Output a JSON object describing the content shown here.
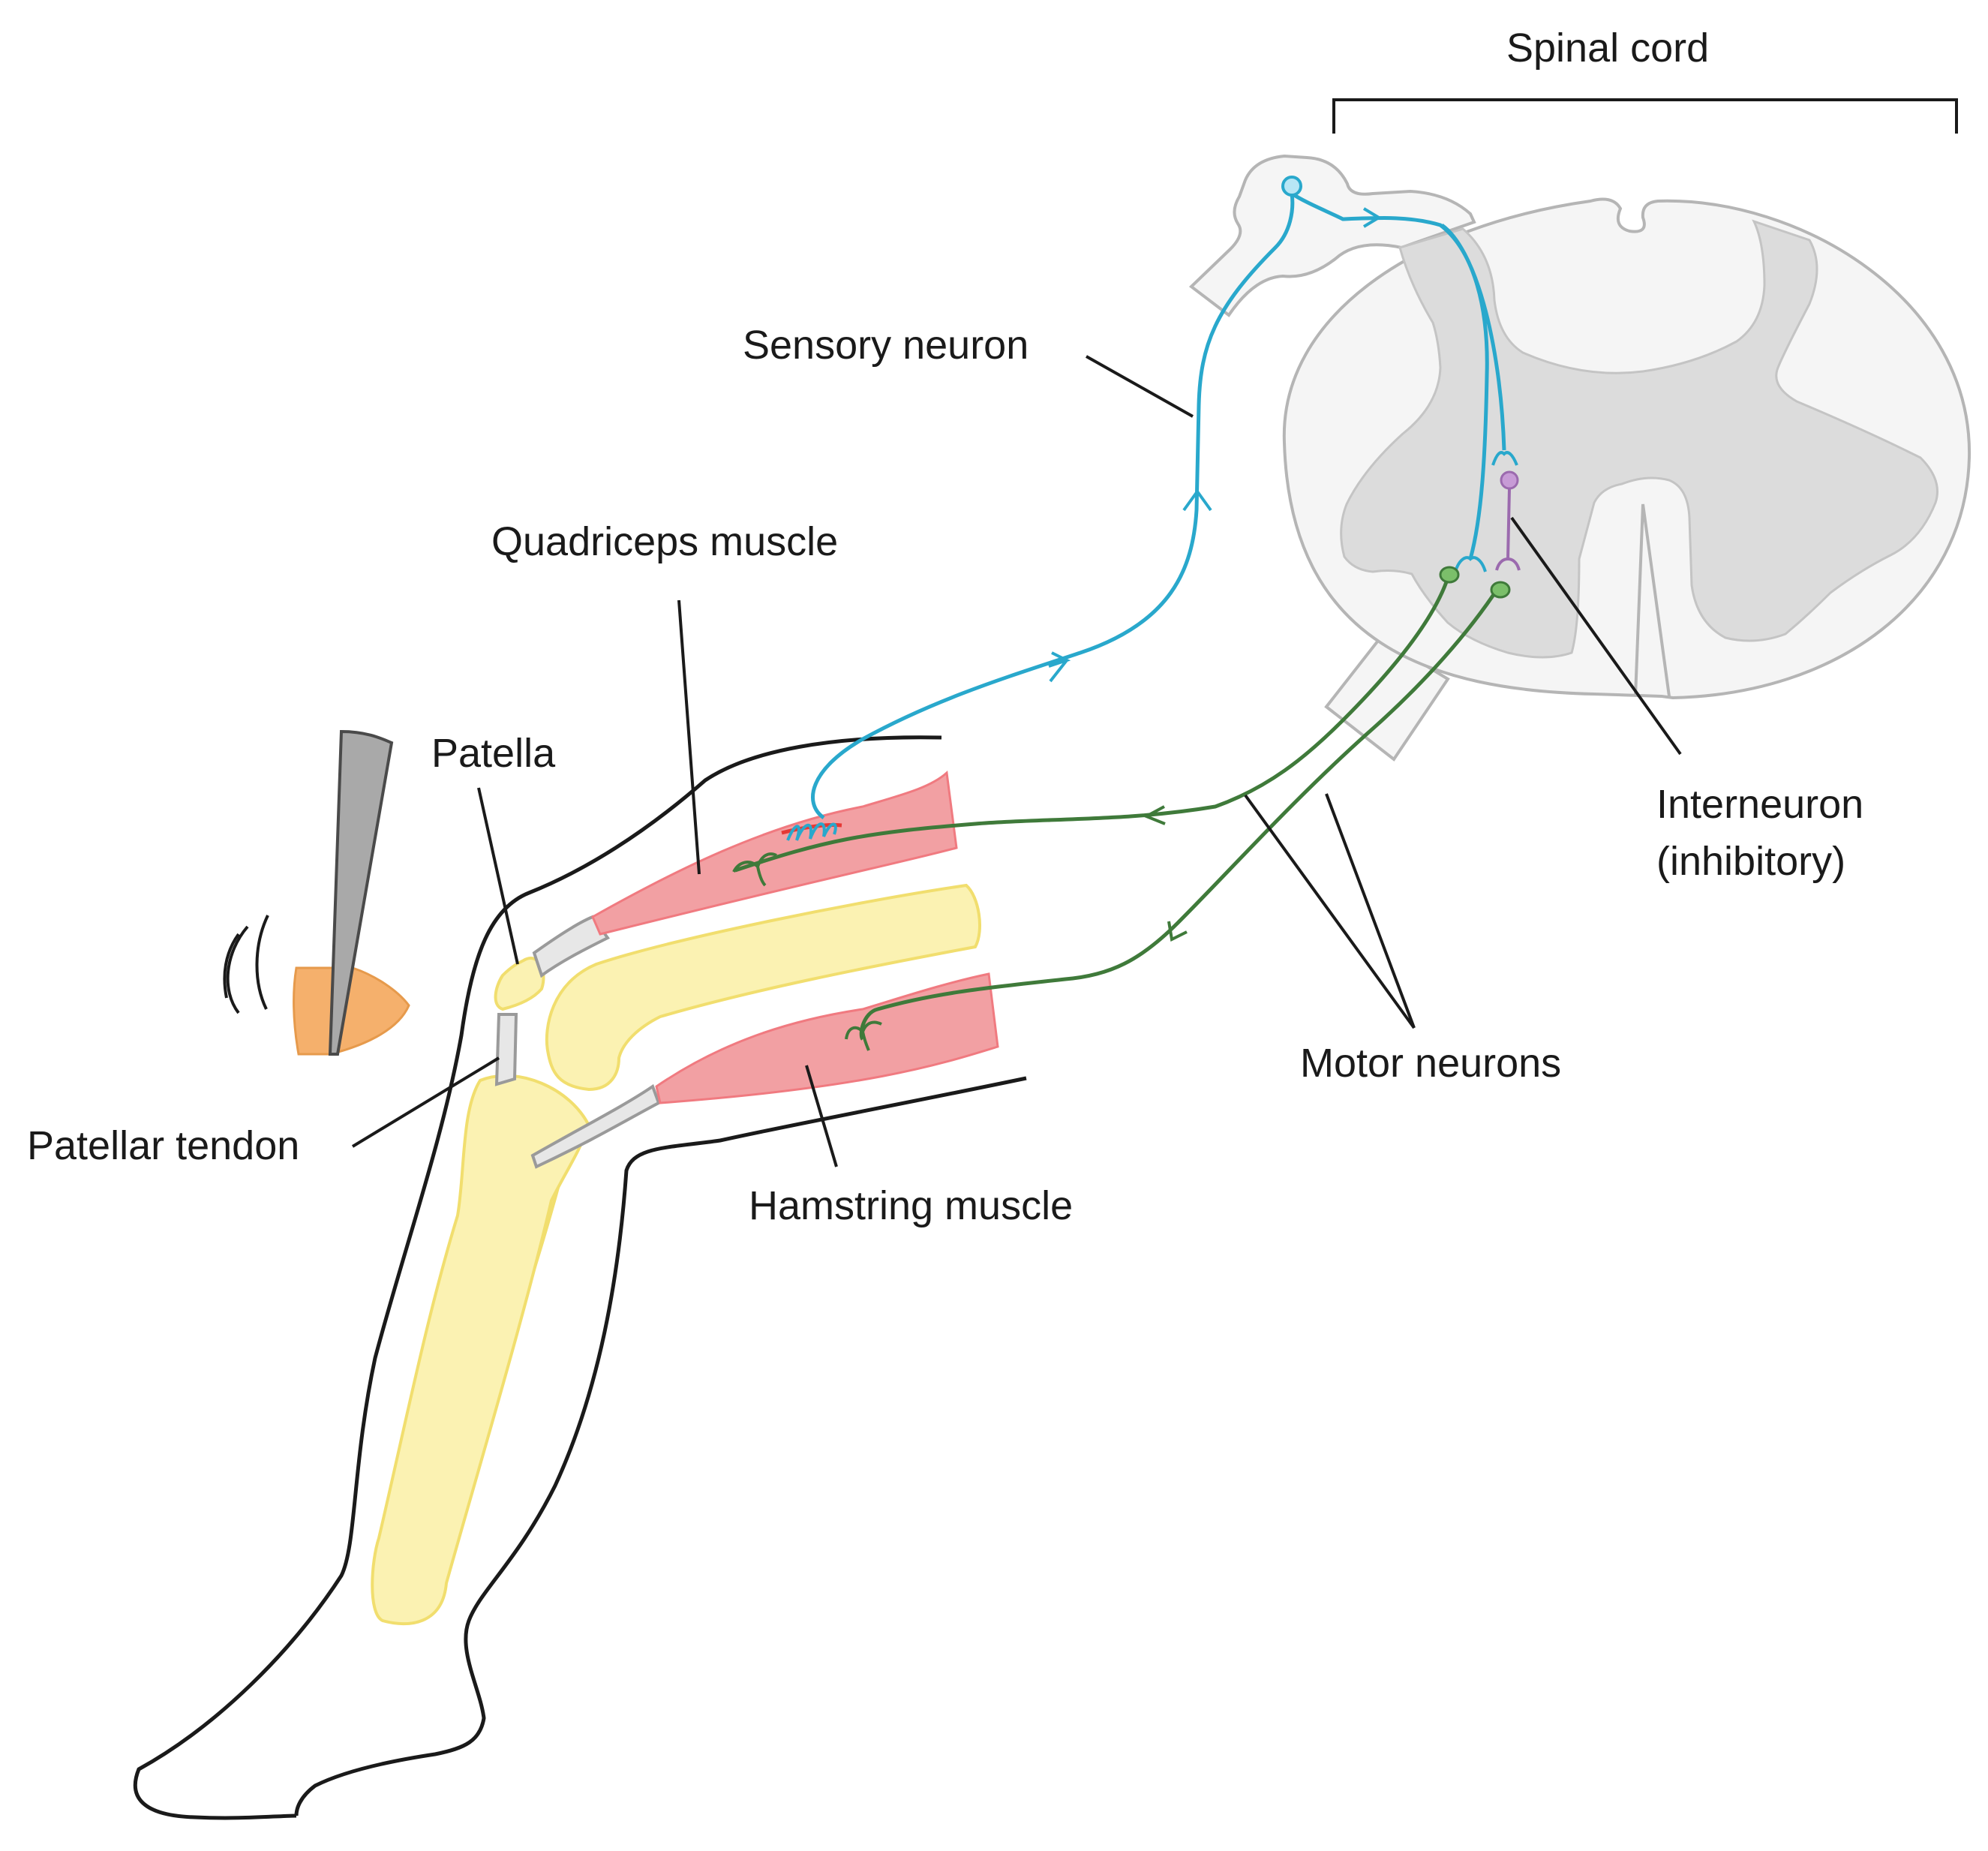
{
  "labels": {
    "spinal_cord": "Spinal cord",
    "sensory_neuron": "Sensory neuron",
    "quadriceps_muscle": "Quadriceps muscle",
    "patella": "Patella",
    "patellar_tendon": "Patellar tendon",
    "hamstring_muscle": "Hamstring muscle",
    "motor_neurons": "Motor neurons",
    "interneuron_line1": "Interneuron",
    "interneuron_line2": "(inhibitory)"
  },
  "colors": {
    "sensory_neuron": "#29a8cc",
    "motor_neuron": "#3f7a3a",
    "interneuron": "#9b6aae",
    "muscle": "#f2a0a3",
    "bone": "#fbf2b2",
    "bone_outline": "#f1de6e",
    "hammer": "#a9a9a9",
    "hammer_pad": "#f5b06c",
    "gray_matter": "#dcdcdc",
    "white_matter": "#f5f5f5",
    "outline": "#1a1a1a"
  }
}
